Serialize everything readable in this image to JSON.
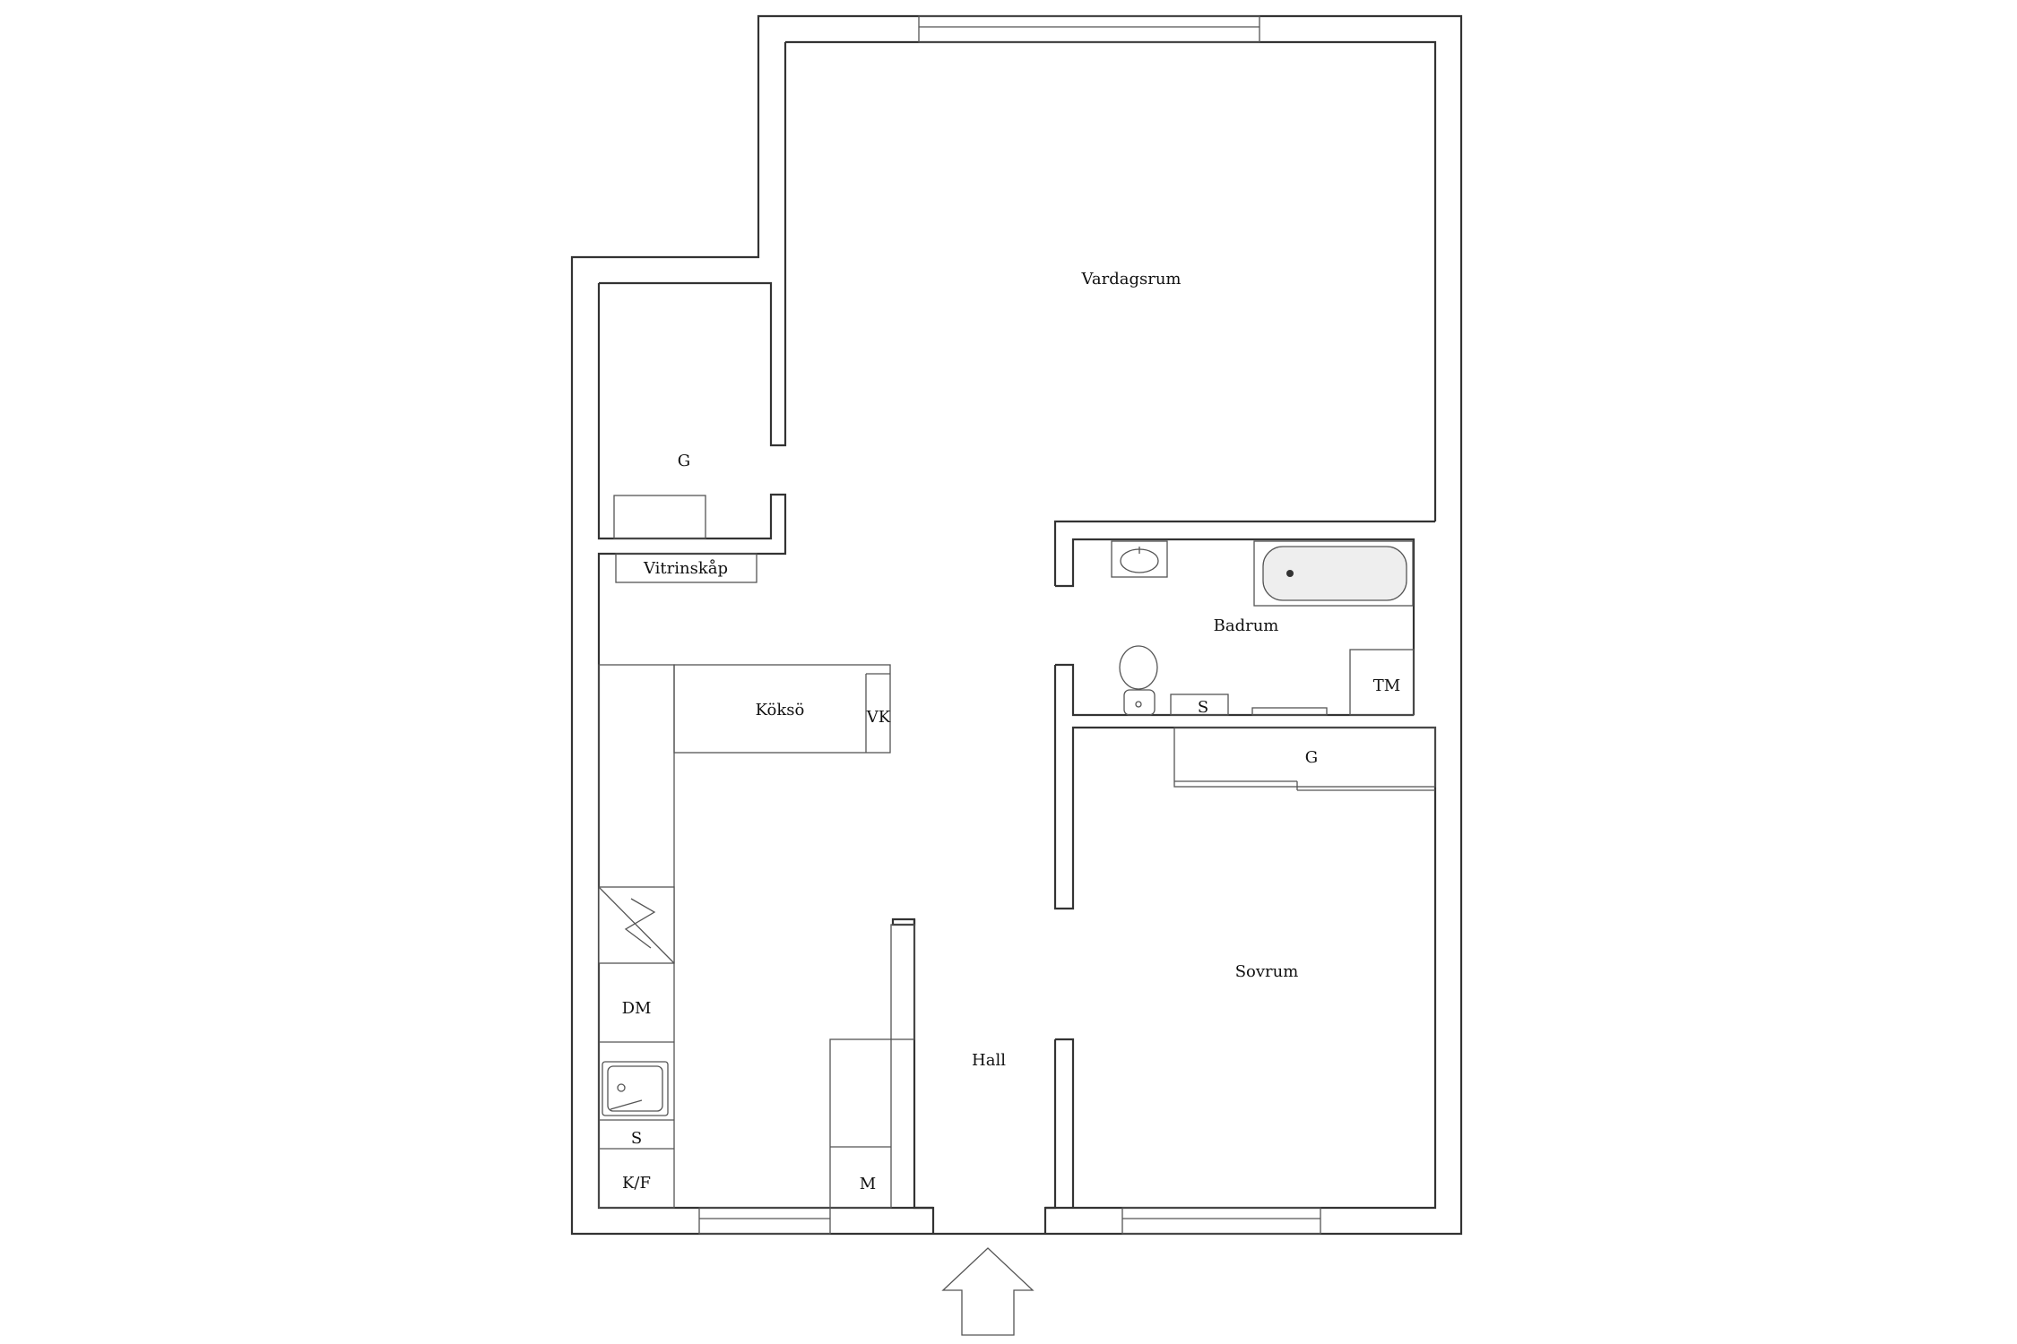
{
  "rooms": {
    "vardagsrum": "Vardagsrum",
    "badrum": "Badrum",
    "sovrum": "Sovrum",
    "hall": "Hall"
  },
  "fixtures": {
    "garderob_top": "G",
    "vitrinskap": "Vitrinskåp",
    "kokso": "Köksö",
    "vk": "VK",
    "tm": "TM",
    "s_badrum": "S",
    "garderob_sovrum": "G",
    "dm": "DM",
    "s_kok": "S",
    "kf": "K/F",
    "m": "M"
  },
  "colors": {
    "wall": "#333333",
    "fixture": "#555555",
    "background": "#ffffff"
  }
}
